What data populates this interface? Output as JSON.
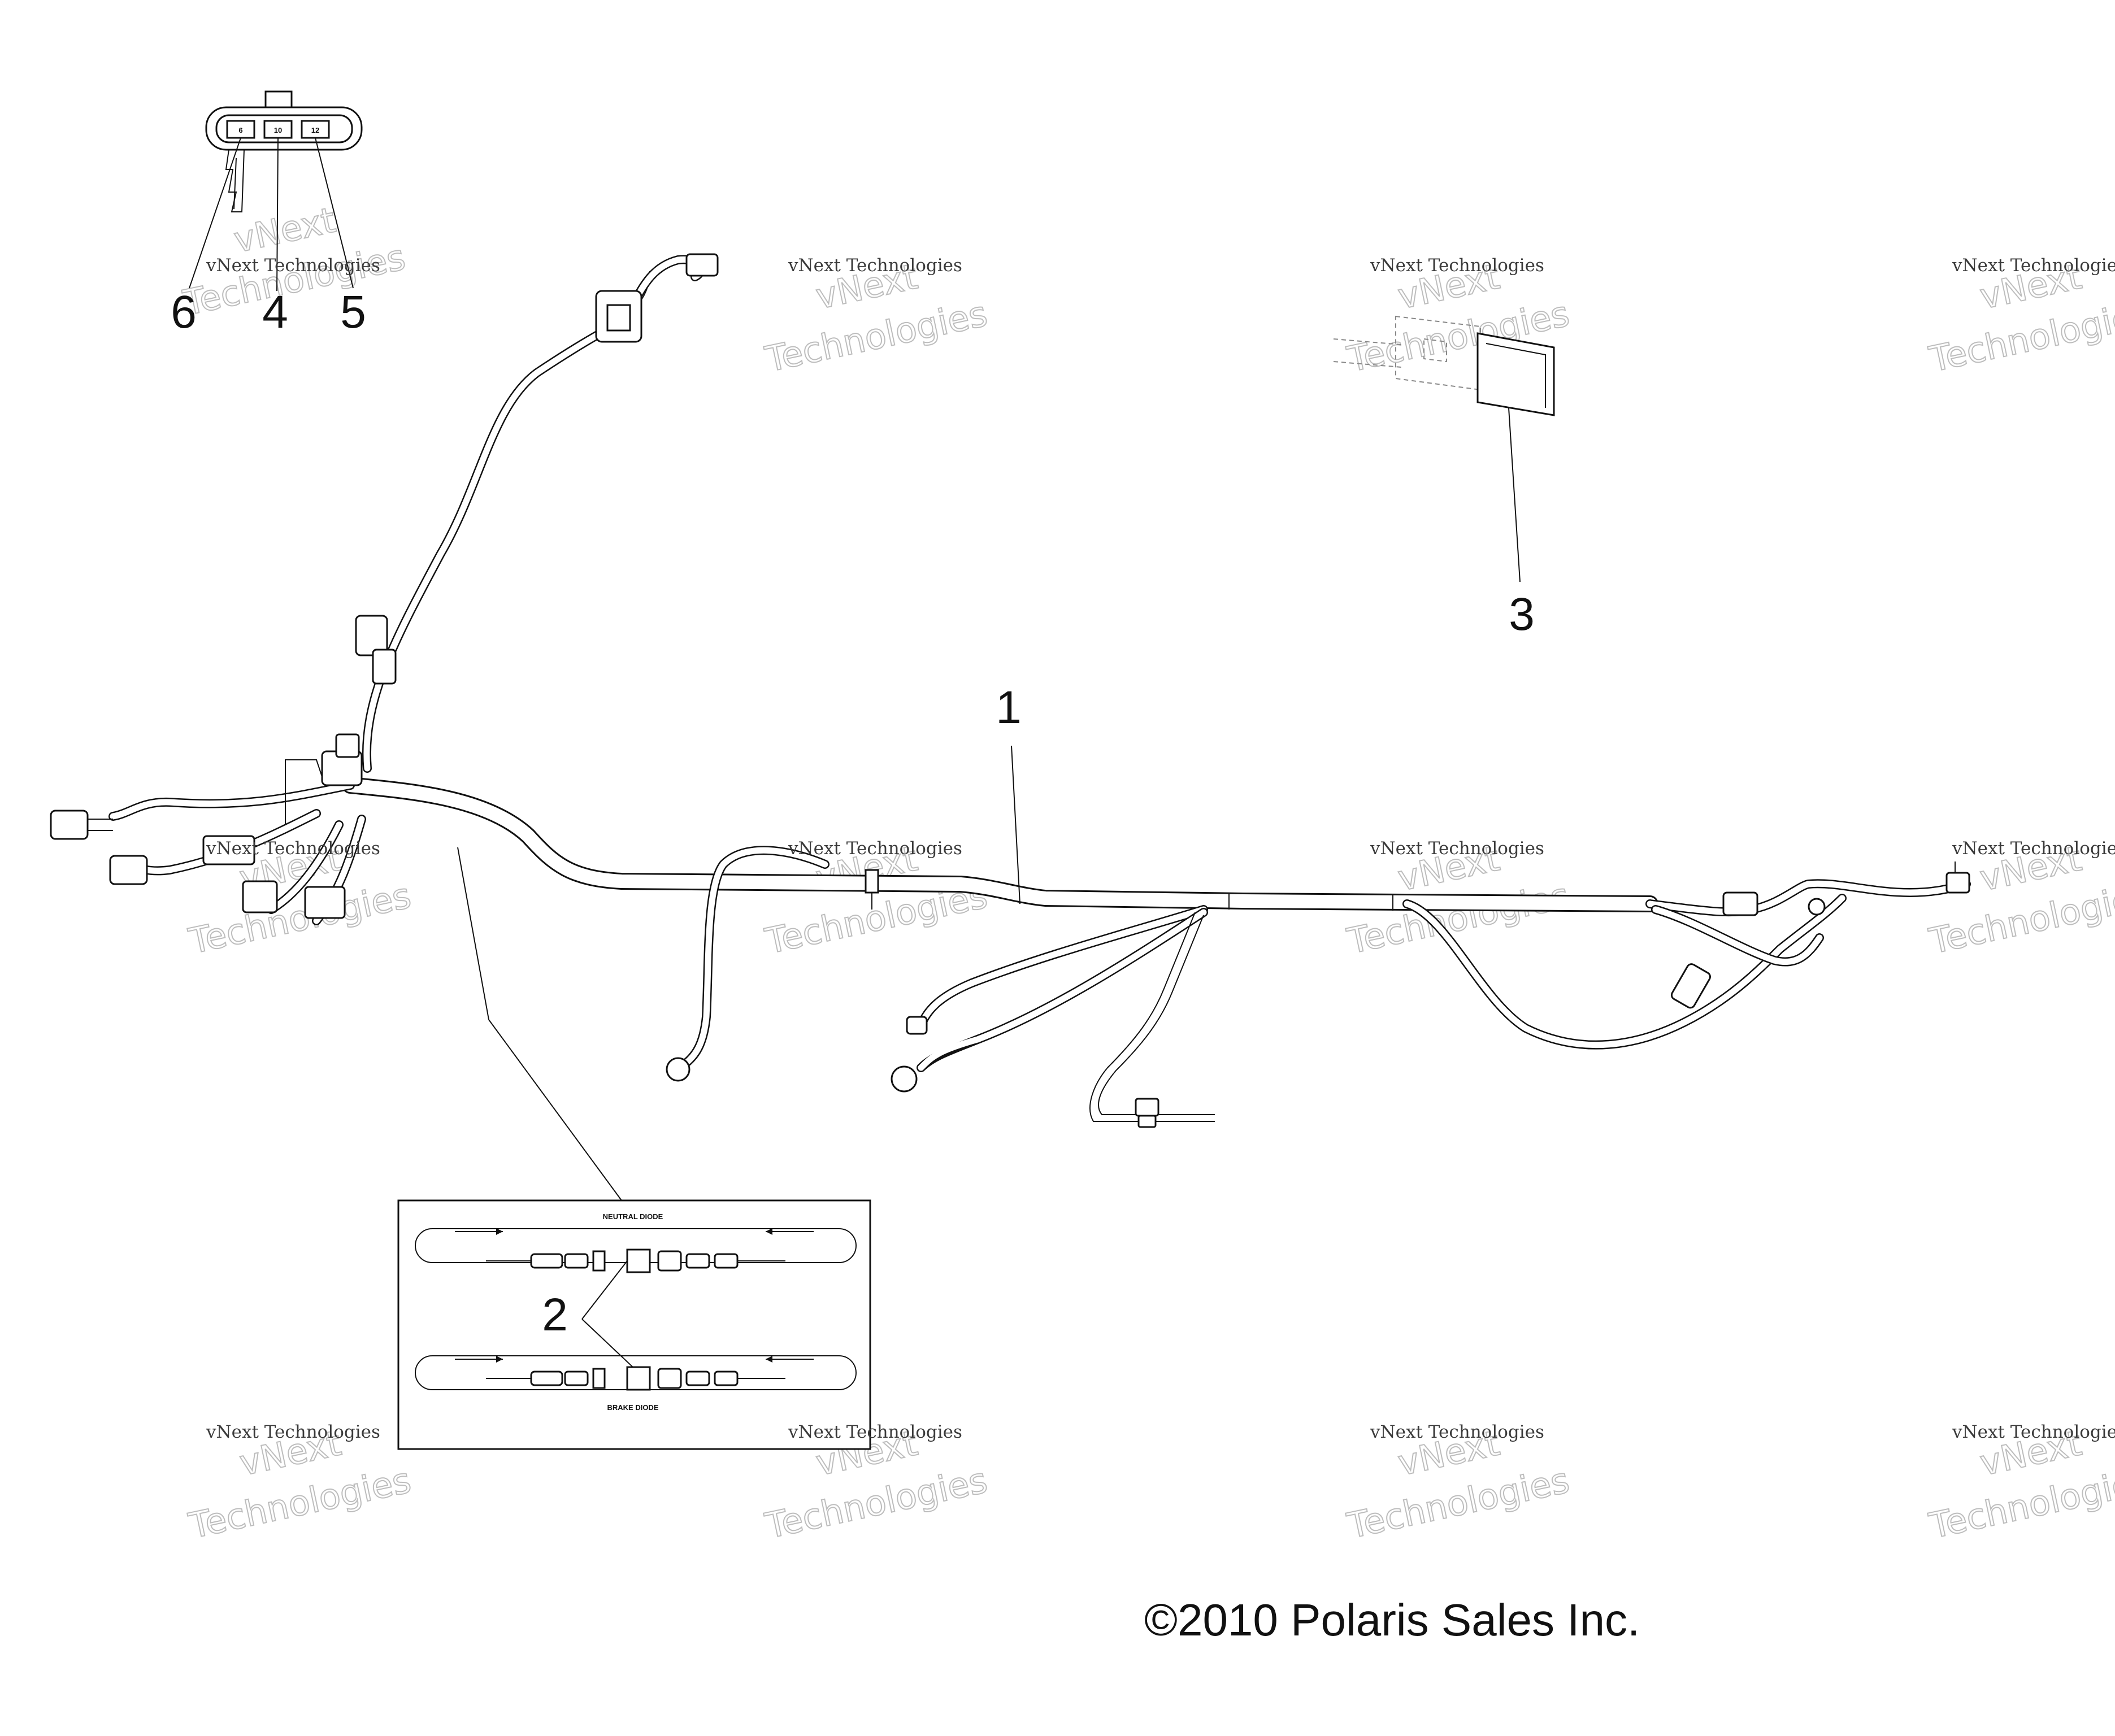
{
  "callouts": {
    "c1": "1",
    "c2": "2",
    "c3": "3",
    "c4": "4",
    "c5": "5",
    "c6": "6"
  },
  "inset": {
    "neutral_diode": "NEUTRAL DIODE",
    "brake_diode": "BRAKE DIODE"
  },
  "connector_pins": [
    "6",
    "10",
    "12"
  ],
  "copyright": "©2010 Polaris Sales Inc.",
  "watermark": {
    "small": "vNext Technologies",
    "big_line1": "vNext",
    "big_line2": "Technologies"
  }
}
